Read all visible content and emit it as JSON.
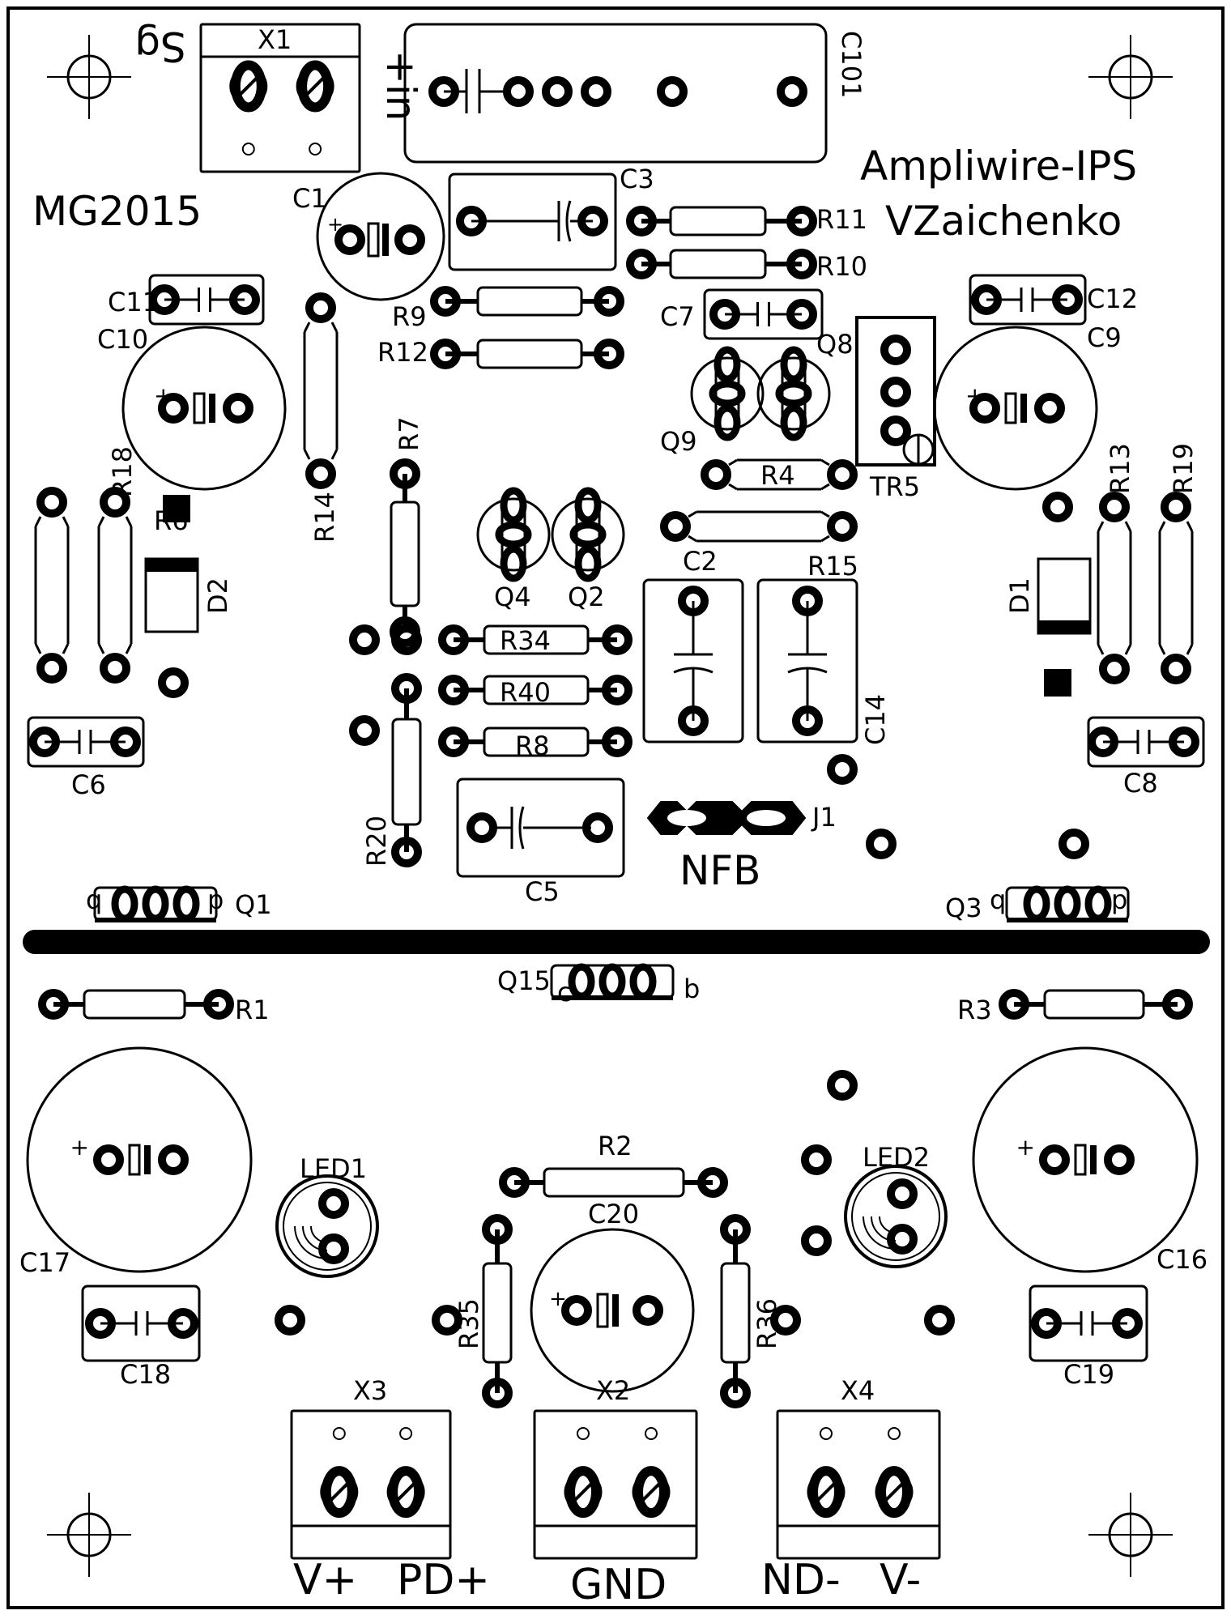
{
  "board": {
    "title_line1": "Ampliwire-IPS",
    "title_line2": "VZaichenko",
    "code": "MG2015",
    "nfb": "NFB",
    "vin": "+in",
    "sg": "Sg",
    "jumper": "J1"
  },
  "refs": {
    "X1": "X1",
    "C101": "C101",
    "C1": "C1",
    "C3": "C3",
    "R11": "R11",
    "R10": "R10",
    "R9": "R9",
    "R12": "R12",
    "C7": "C7",
    "C11": "C11",
    "C10": "C10",
    "C12": "C12",
    "C9": "C9",
    "Q8": "Q8",
    "Q9": "Q9",
    "R4": "R4",
    "TR5": "TR5",
    "R7": "R7",
    "R14": "R14",
    "R18": "R18",
    "R6": "R6",
    "D2": "D2",
    "R13": "R13",
    "R19": "R19",
    "D1": "D1",
    "Q4": "Q4",
    "Q2": "Q2",
    "C2": "C2",
    "R15": "R15",
    "R34": "R34",
    "R40": "R40",
    "R8": "R8",
    "C14": "C14",
    "C6": "C6",
    "C8": "C8",
    "R20": "R20",
    "C5": "C5",
    "Q1": "Q1",
    "Q3": "Q3",
    "Q15": "Q15",
    "R1": "R1",
    "R3": "R3",
    "R2": "R2",
    "C20": "C20",
    "LED1": "LED1",
    "LED2": "LED2",
    "C17": "C17",
    "C16": "C16",
    "C18": "C18",
    "C19": "C19",
    "R35": "R35",
    "R36": "R36",
    "X2": "X2",
    "X3": "X3",
    "X4": "X4"
  },
  "terminals": {
    "v_plus": "V+",
    "pd_plus": "PD+",
    "gnd": "GND",
    "nd_minus": "ND-",
    "v_minus": "V-"
  },
  "pins": {
    "transistor_left": "q",
    "transistor_right": "p",
    "q15_left": "c",
    "q15_right": "b"
  }
}
